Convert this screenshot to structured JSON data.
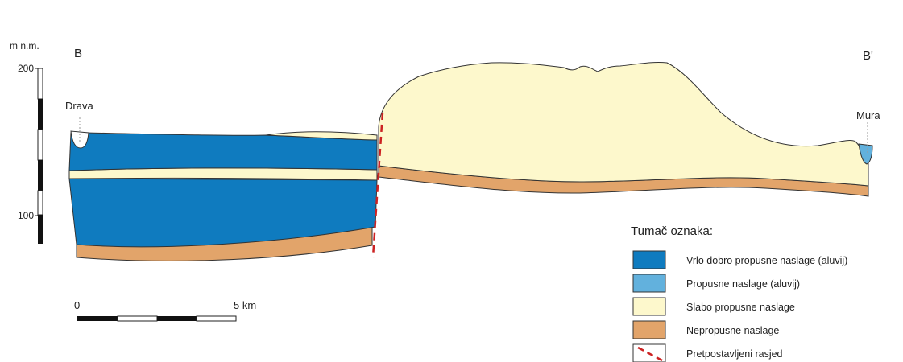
{
  "axis": {
    "unit": "m n.m.",
    "tick_200": "200",
    "tick_100": "100"
  },
  "profile": {
    "start_label": "B",
    "end_label": "B'",
    "river_left": "Drava",
    "river_right": "Mura"
  },
  "scalebar": {
    "start": "0",
    "end": "5 km"
  },
  "legend": {
    "title": "Tumač oznaka:",
    "items": [
      {
        "label": "Vrlo dobro propusne naslage (aluvij)",
        "color": "#0f7bbf"
      },
      {
        "label": "Propusne naslage (aluvij)",
        "color": "#62b1dd"
      },
      {
        "label": "Slabo propusne naslage",
        "color": "#fdf8cc"
      },
      {
        "label": "Nepropusne naslage",
        "color": "#e2a46a"
      },
      {
        "label": "Pretpostavljeni rasjed",
        "color": "#cc2222"
      }
    ]
  },
  "colors": {
    "very_permeable": "#0f7bbf",
    "permeable": "#62b1dd",
    "weakly_permeable": "#fdf8cc",
    "impermeable": "#e2a46a",
    "fault": "#cc2222",
    "outline": "#333333"
  }
}
